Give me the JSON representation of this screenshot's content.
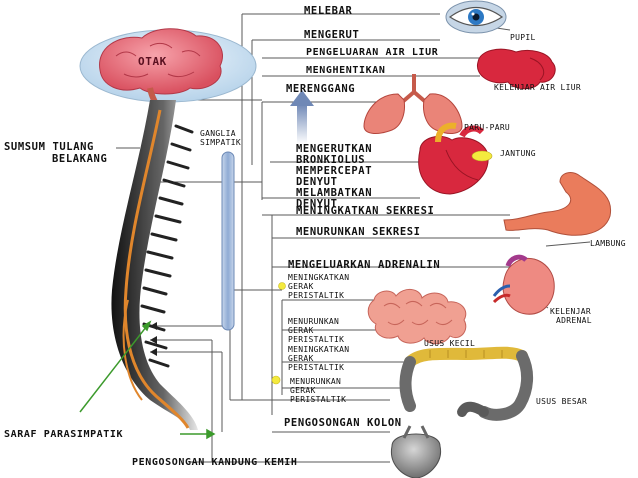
{
  "diagram": {
    "brain_label": "OTAK",
    "left_labels": {
      "spinal_cord": [
        "SUMSUM TULANG",
        "BELAKANG"
      ],
      "ganglia": [
        "GANGLIA",
        "SIMPATIK"
      ],
      "parasympathetic": "SARAF PARASIMPATIK",
      "bladder_emptying": "PENGOSONGAN KANDUNG KEMIH"
    },
    "effects": {
      "widen": "MELEBAR",
      "constrict": "MENGERUT",
      "saliva_release": "PENGELUARAN AIR LIUR",
      "stop": "MENGHENTIKAN",
      "stretch": "MERENGGANG",
      "bronchiole_constrict": [
        "MENGERUTKAN",
        "BRONKIOLUS"
      ],
      "heart_faster": [
        "MEMPERCEPAT",
        "DENYUT"
      ],
      "heart_slower": [
        "MELAMBATKAN",
        "DENYUT"
      ],
      "increase_secretion": "MENINGKATKAN SEKRESI",
      "decrease_secretion": "MENURUNKAN SEKRESI",
      "release_adrenaline": "MENGELUARKAN ADRENALIN",
      "small_intestine_up": [
        "MENINGKATKAN",
        "GERAK",
        "PERISTALTIK"
      ],
      "small_intestine_down": [
        "MENURUNKAN",
        "GERAK",
        "PERISTALTIK"
      ],
      "large_intestine_up": [
        "MENINGKATKAN",
        "GERAK",
        "PERISTALTIK"
      ],
      "large_intestine_down": [
        "MENURUNKAN",
        "GERAK",
        "PERISTALTIK"
      ],
      "colon_emptying": "PENGOSONGAN KOLON"
    },
    "organs": {
      "pupil": "PUPIL",
      "salivary_gland": "KELENJAR AIR LIUR",
      "lungs": "PARU-PARU",
      "heart": "JANTUNG",
      "stomach": "LAMBUNG",
      "adrenal": [
        "KELENJAR",
        "ADRENAL"
      ],
      "small_intestine": "USUS KECIL",
      "large_intestine": "USUS BESAR"
    },
    "colors": {
      "brain": "#e96a78",
      "brain_bubble": "#cfe3f2",
      "nerve": "#e0862c",
      "spine": "#2a2a2a",
      "ganglia": "#9cb6d8",
      "organ_red": "#d8283e",
      "lung": "#ea8478",
      "stomach": "#ea7c5c",
      "intestine": "#f0a092",
      "colon_gray": "#6b6b6b",
      "colon_yellow": "#e0b93a",
      "arrow_green": "#3c9a2c",
      "node_yellow": "#f4ea3e",
      "line": "#5a5a5a"
    }
  }
}
